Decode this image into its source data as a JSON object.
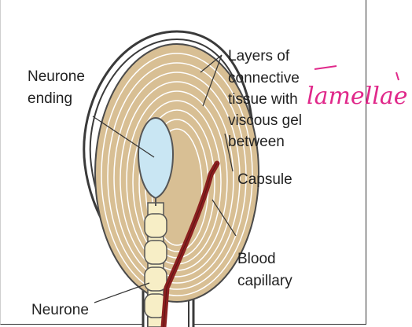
{
  "labels": {
    "neurone_ending": [
      "Neurone",
      "ending"
    ],
    "layers": [
      "Layers of",
      "connective",
      "tissue with",
      "viscous gel",
      "between"
    ],
    "capsule": "Capsule",
    "blood_capillary": [
      "Blood",
      "capillary"
    ],
    "neurone": "Neurone"
  },
  "annotation": {
    "handwritten": "lamellae",
    "color": "#e0288a"
  },
  "colors": {
    "lamellae_fill": "#d8bf94",
    "lamella_line": "#ffffff",
    "capsule_outline": "#3a3a3a",
    "neurone_ending": "#c9e6f3",
    "neurone_segments": "#f7eec6",
    "blood_capillary": "#8a1f1f"
  }
}
